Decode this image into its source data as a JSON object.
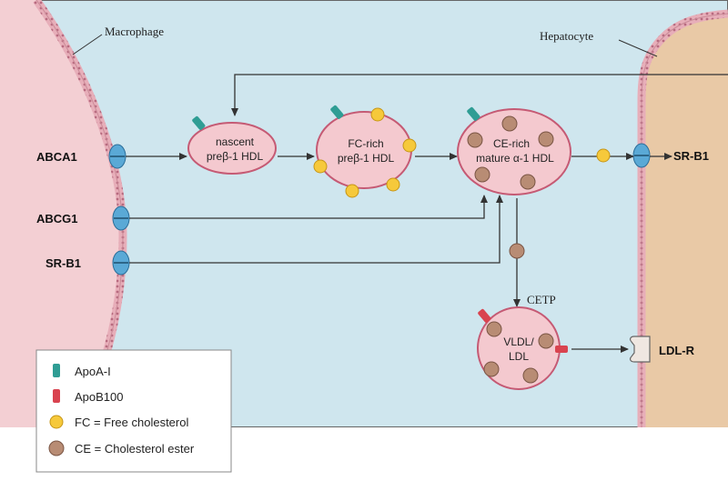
{
  "labels": {
    "macrophage": "Macrophage",
    "hepatocyte": "Hepatocyte",
    "abca1": "ABCA1",
    "abcg1": "ABCG1",
    "srb1_left": "SR-B1",
    "srb1_right": "SR-B1",
    "cetp": "CETP",
    "ldlr": "LDL-R"
  },
  "particles": {
    "nascent": [
      "nascent",
      "preβ-1 HDL"
    ],
    "fc_rich": [
      "FC-rich",
      "preβ-1 HDL"
    ],
    "ce_rich": [
      "CE-rich",
      "mature α-1 HDL"
    ],
    "vldl": [
      "VLDL/",
      "LDL"
    ]
  },
  "legend": {
    "items": [
      {
        "label": "ApoA-I",
        "icon": "apoa1-icon"
      },
      {
        "label": "ApoB100",
        "icon": "apob100-icon"
      },
      {
        "label": "FC = Free cholesterol",
        "icon": "free-cholesterol-icon"
      },
      {
        "label": "CE = Cholesterol ester",
        "icon": "cholesterol-ester-icon"
      }
    ]
  },
  "colors": {
    "background": "#cfe6ee",
    "cell": "#f3cfd3",
    "hepatocyte": "#e9c9a6",
    "membrane": "#c98a97",
    "particle_fill": "#f4c9cf",
    "particle_stroke": "#c55a74",
    "apoa1": "#2f9d94",
    "apob100": "#d9434f",
    "free_cholesterol": "#f6c93b",
    "cholesterol_ester": "#b88c74",
    "transporter": "#5aa9d6",
    "arrow": "#333333"
  }
}
